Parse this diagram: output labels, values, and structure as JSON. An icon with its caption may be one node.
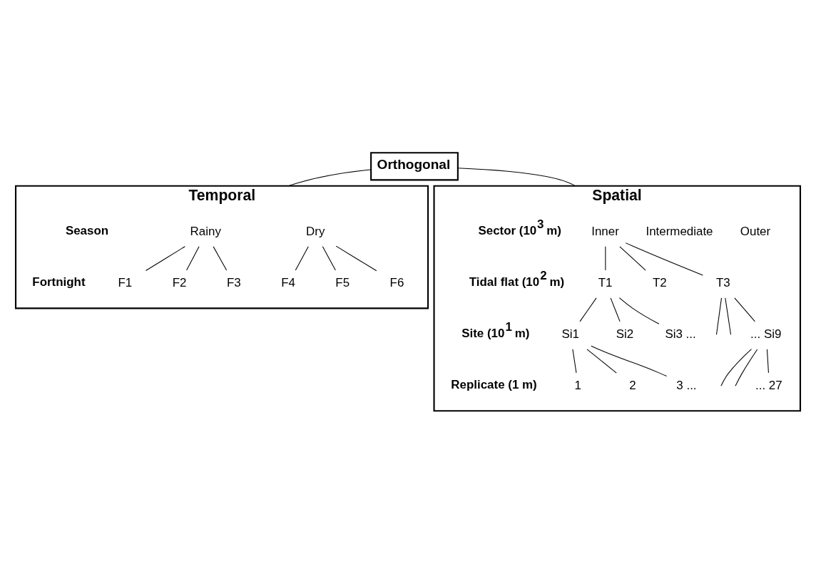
{
  "diagram": {
    "nodes": [
      {
        "text": [
          "Orthogonal"
        ]
      },
      {
        "text": [
          "Temporal"
        ]
      },
      {
        "text": [
          "Rainy"
        ],
        "in": 1
      },
      {
        "text": [
          "Dry"
        ],
        "in": 1
      },
      {
        "text": [
          "F1"
        ],
        "in": 1
      },
      {
        "text": [
          "F2"
        ],
        "in": 1
      },
      {
        "text": [
          "F3"
        ],
        "in": 1
      },
      {
        "text": [
          "F4"
        ],
        "in": 1
      },
      {
        "text": [
          "F5"
        ],
        "in": 1
      },
      {
        "text": [
          "F6"
        ],
        "in": 1
      },
      {
        "text": [
          "Spatial"
        ]
      },
      {
        "text": [
          "Inner"
        ],
        "in": 10
      },
      {
        "text": [
          "Intermediate"
        ],
        "in": 10
      },
      {
        "text": [
          "Outer"
        ],
        "in": 10
      },
      {
        "text": [
          "T1"
        ],
        "in": 10
      },
      {
        "text": [
          "T2"
        ],
        "in": 10
      },
      {
        "text": [
          "T3"
        ],
        "in": 10
      },
      {
        "text": [
          "Si1"
        ],
        "in": 10
      },
      {
        "text": [
          "Si2"
        ],
        "in": 10
      },
      {
        "text": [
          "Si3 ..."
        ],
        "in": 10
      },
      {
        "text": [
          "... Si9"
        ],
        "in": 10
      },
      {
        "text": [
          "1"
        ],
        "in": 10
      },
      {
        "text": [
          "2"
        ],
        "in": 10
      },
      {
        "text": [
          "3 ..."
        ],
        "in": 10
      },
      {
        "text": [
          "... 27"
        ],
        "in": 10
      }
    ],
    "edges": [
      {
        "from": 0,
        "to": 1,
        "arrow": "none"
      },
      {
        "from": 0,
        "to": 10,
        "arrow": "none"
      },
      {
        "from": 2,
        "to": 4,
        "arrow": "none"
      },
      {
        "from": 2,
        "to": 5,
        "arrow": "none"
      },
      {
        "from": 2,
        "to": 6,
        "arrow": "none"
      },
      {
        "from": 3,
        "to": 7,
        "arrow": "none"
      },
      {
        "from": 3,
        "to": 8,
        "arrow": "none"
      },
      {
        "from": 3,
        "to": 9,
        "arrow": "none"
      },
      {
        "from": 11,
        "to": 14,
        "arrow": "none"
      },
      {
        "from": 11,
        "to": 15,
        "arrow": "none"
      },
      {
        "from": 11,
        "to": 16,
        "arrow": "none"
      },
      {
        "from": 14,
        "to": 17,
        "arrow": "none"
      },
      {
        "from": 14,
        "to": 18,
        "arrow": "none"
      },
      {
        "from": 14,
        "to": 19,
        "arrow": "none"
      },
      {
        "from": 16,
        "to": null,
        "arrow": "none"
      },
      {
        "from": 16,
        "to": null,
        "arrow": "none"
      },
      {
        "from": 16,
        "to": 20,
        "arrow": "none"
      },
      {
        "from": 17,
        "to": 21,
        "arrow": "none"
      },
      {
        "from": 17,
        "to": 22,
        "arrow": "none"
      },
      {
        "from": 17,
        "to": 23,
        "arrow": "none"
      },
      {
        "from": 20,
        "to": null,
        "arrow": "none"
      },
      {
        "from": 20,
        "to": null,
        "arrow": "none"
      },
      {
        "from": 20,
        "to": 24,
        "arrow": "none"
      }
    ],
    "labels": [
      "Season",
      "Fortnight",
      "Sector (10$^{3}$ m)",
      "Tidal flat (10$^{2}$ m)",
      "Site (10$^{1}$ m)",
      "Replicate (1 m)"
    ]
  }
}
